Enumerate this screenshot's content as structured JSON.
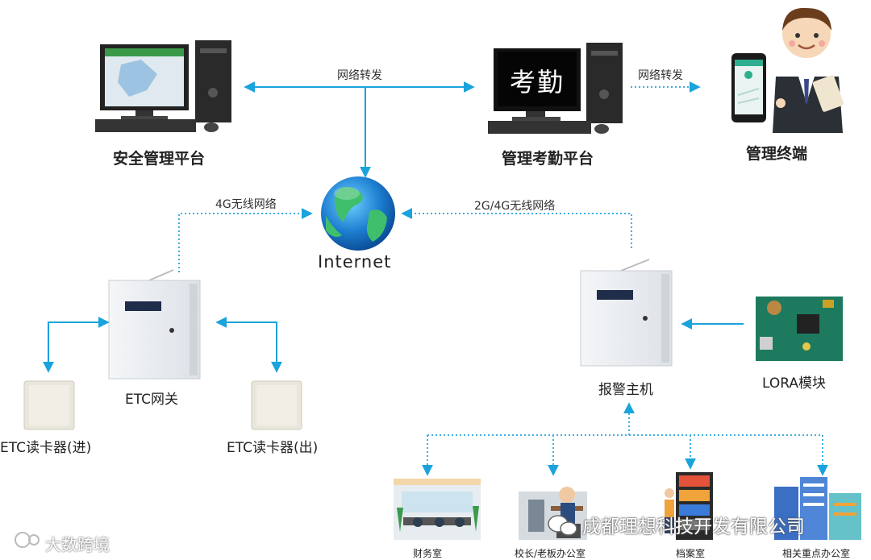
{
  "nodes": {
    "safety_platform": "安全管理平台",
    "attendance_platform": "管理考勤平台",
    "attendance_screen": "考勤",
    "terminal": "管理终端",
    "internet": "Internet",
    "etc_gateway": "ETC网关",
    "etc_reader_in": "ETC读卡器(进)",
    "etc_reader_out": "ETC读卡器(出)",
    "alarm_host": "报警主机",
    "lora": "LORA模块"
  },
  "links": {
    "forward_1": "网络转发",
    "forward_2": "网络转发",
    "wireless_4g": "4G无线网络",
    "wireless_2g4g": "2G/4G无线网络"
  },
  "rooms": [
    {
      "label": "财务室"
    },
    {
      "label": "校长/老板办公室"
    },
    {
      "label": "档案室"
    },
    {
      "label": "相关重点办公室"
    }
  ],
  "watermarks": {
    "left": "大数跨境",
    "right": "成都理想科技开发有限公司"
  },
  "colors": {
    "solid_arrow": "#1aa3dc",
    "dotted_arrow": "#3fb0e0",
    "globe": "#1e7fd1"
  }
}
